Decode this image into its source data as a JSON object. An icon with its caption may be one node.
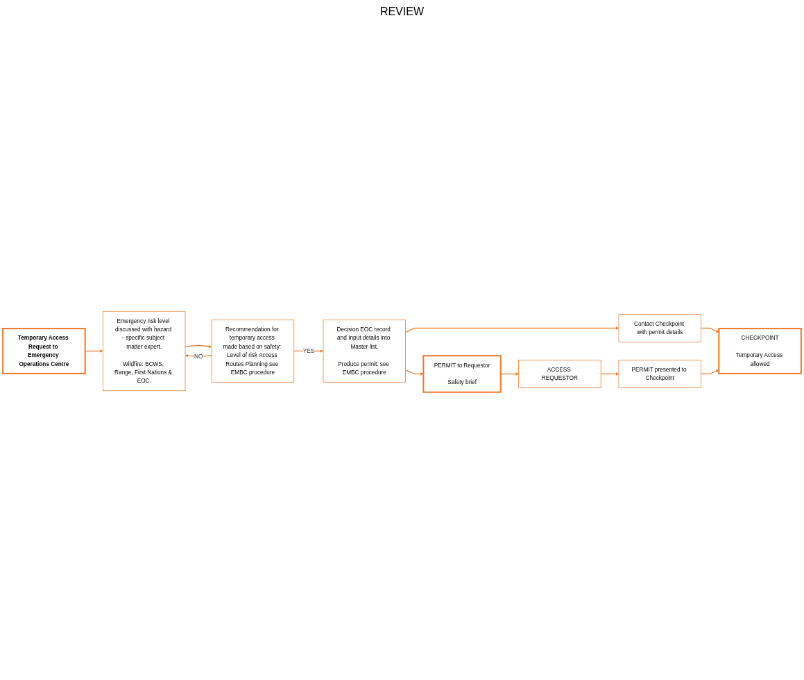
{
  "diagram": {
    "nodes": [
      {
        "text": [
          "Temporary Access Request to Emergency Operations Centre"
        ]
      },
      {
        "text": [
          "Emergency risk level discussed with hazard - specific subject matter expert.",
          "Wildfire: BCWS, Range, First Nations & EOC."
        ]
      },
      {
        "text": [
          "Recommendation for temporary access made based on safety: Level of risk Access Routes Planning see EMBC procedure"
        ]
      },
      {
        "text": [
          "Decision EOC record and Input details into Master list.",
          "Produce permit: see EMBC procedure"
        ]
      },
      {
        "text": [
          "CHECKPOINT",
          "Temporary Access allowed"
        ]
      },
      {
        "text": [
          "Contact Checkpoint with permit details"
        ]
      },
      {
        "text": [
          "PERMIT presented to Checkpoint"
        ]
      },
      {
        "text": [
          "ACCESS REQUESTOR"
        ]
      },
      {
        "text": [
          "PERMIT to Requestor",
          "Safety brief"
        ]
      }
    ],
    "edges": [
      {
        "from": 0,
        "to": 1,
        "arrow": "to"
      },
      {
        "from": 1,
        "to": 2,
        "arrow": "to"
      },
      {
        "from": 2,
        "to": 1,
        "arrow": "to",
        "label": "NO"
      },
      {
        "from": 2,
        "to": 3,
        "arrow": "to",
        "label": "YES"
      },
      {
        "from": 3,
        "to": 5,
        "arrow": "to"
      },
      {
        "from": 3,
        "to": 8,
        "arrow": "to"
      },
      {
        "from": 5,
        "to": 4,
        "arrow": "to"
      },
      {
        "from": 8,
        "to": 7,
        "arrow": "to"
      },
      {
        "from": 7,
        "to": 6,
        "arrow": "to"
      },
      {
        "from": 6,
        "to": 4,
        "arrow": "to"
      }
    ],
    "labels": [
      "REVIEW"
    ]
  }
}
